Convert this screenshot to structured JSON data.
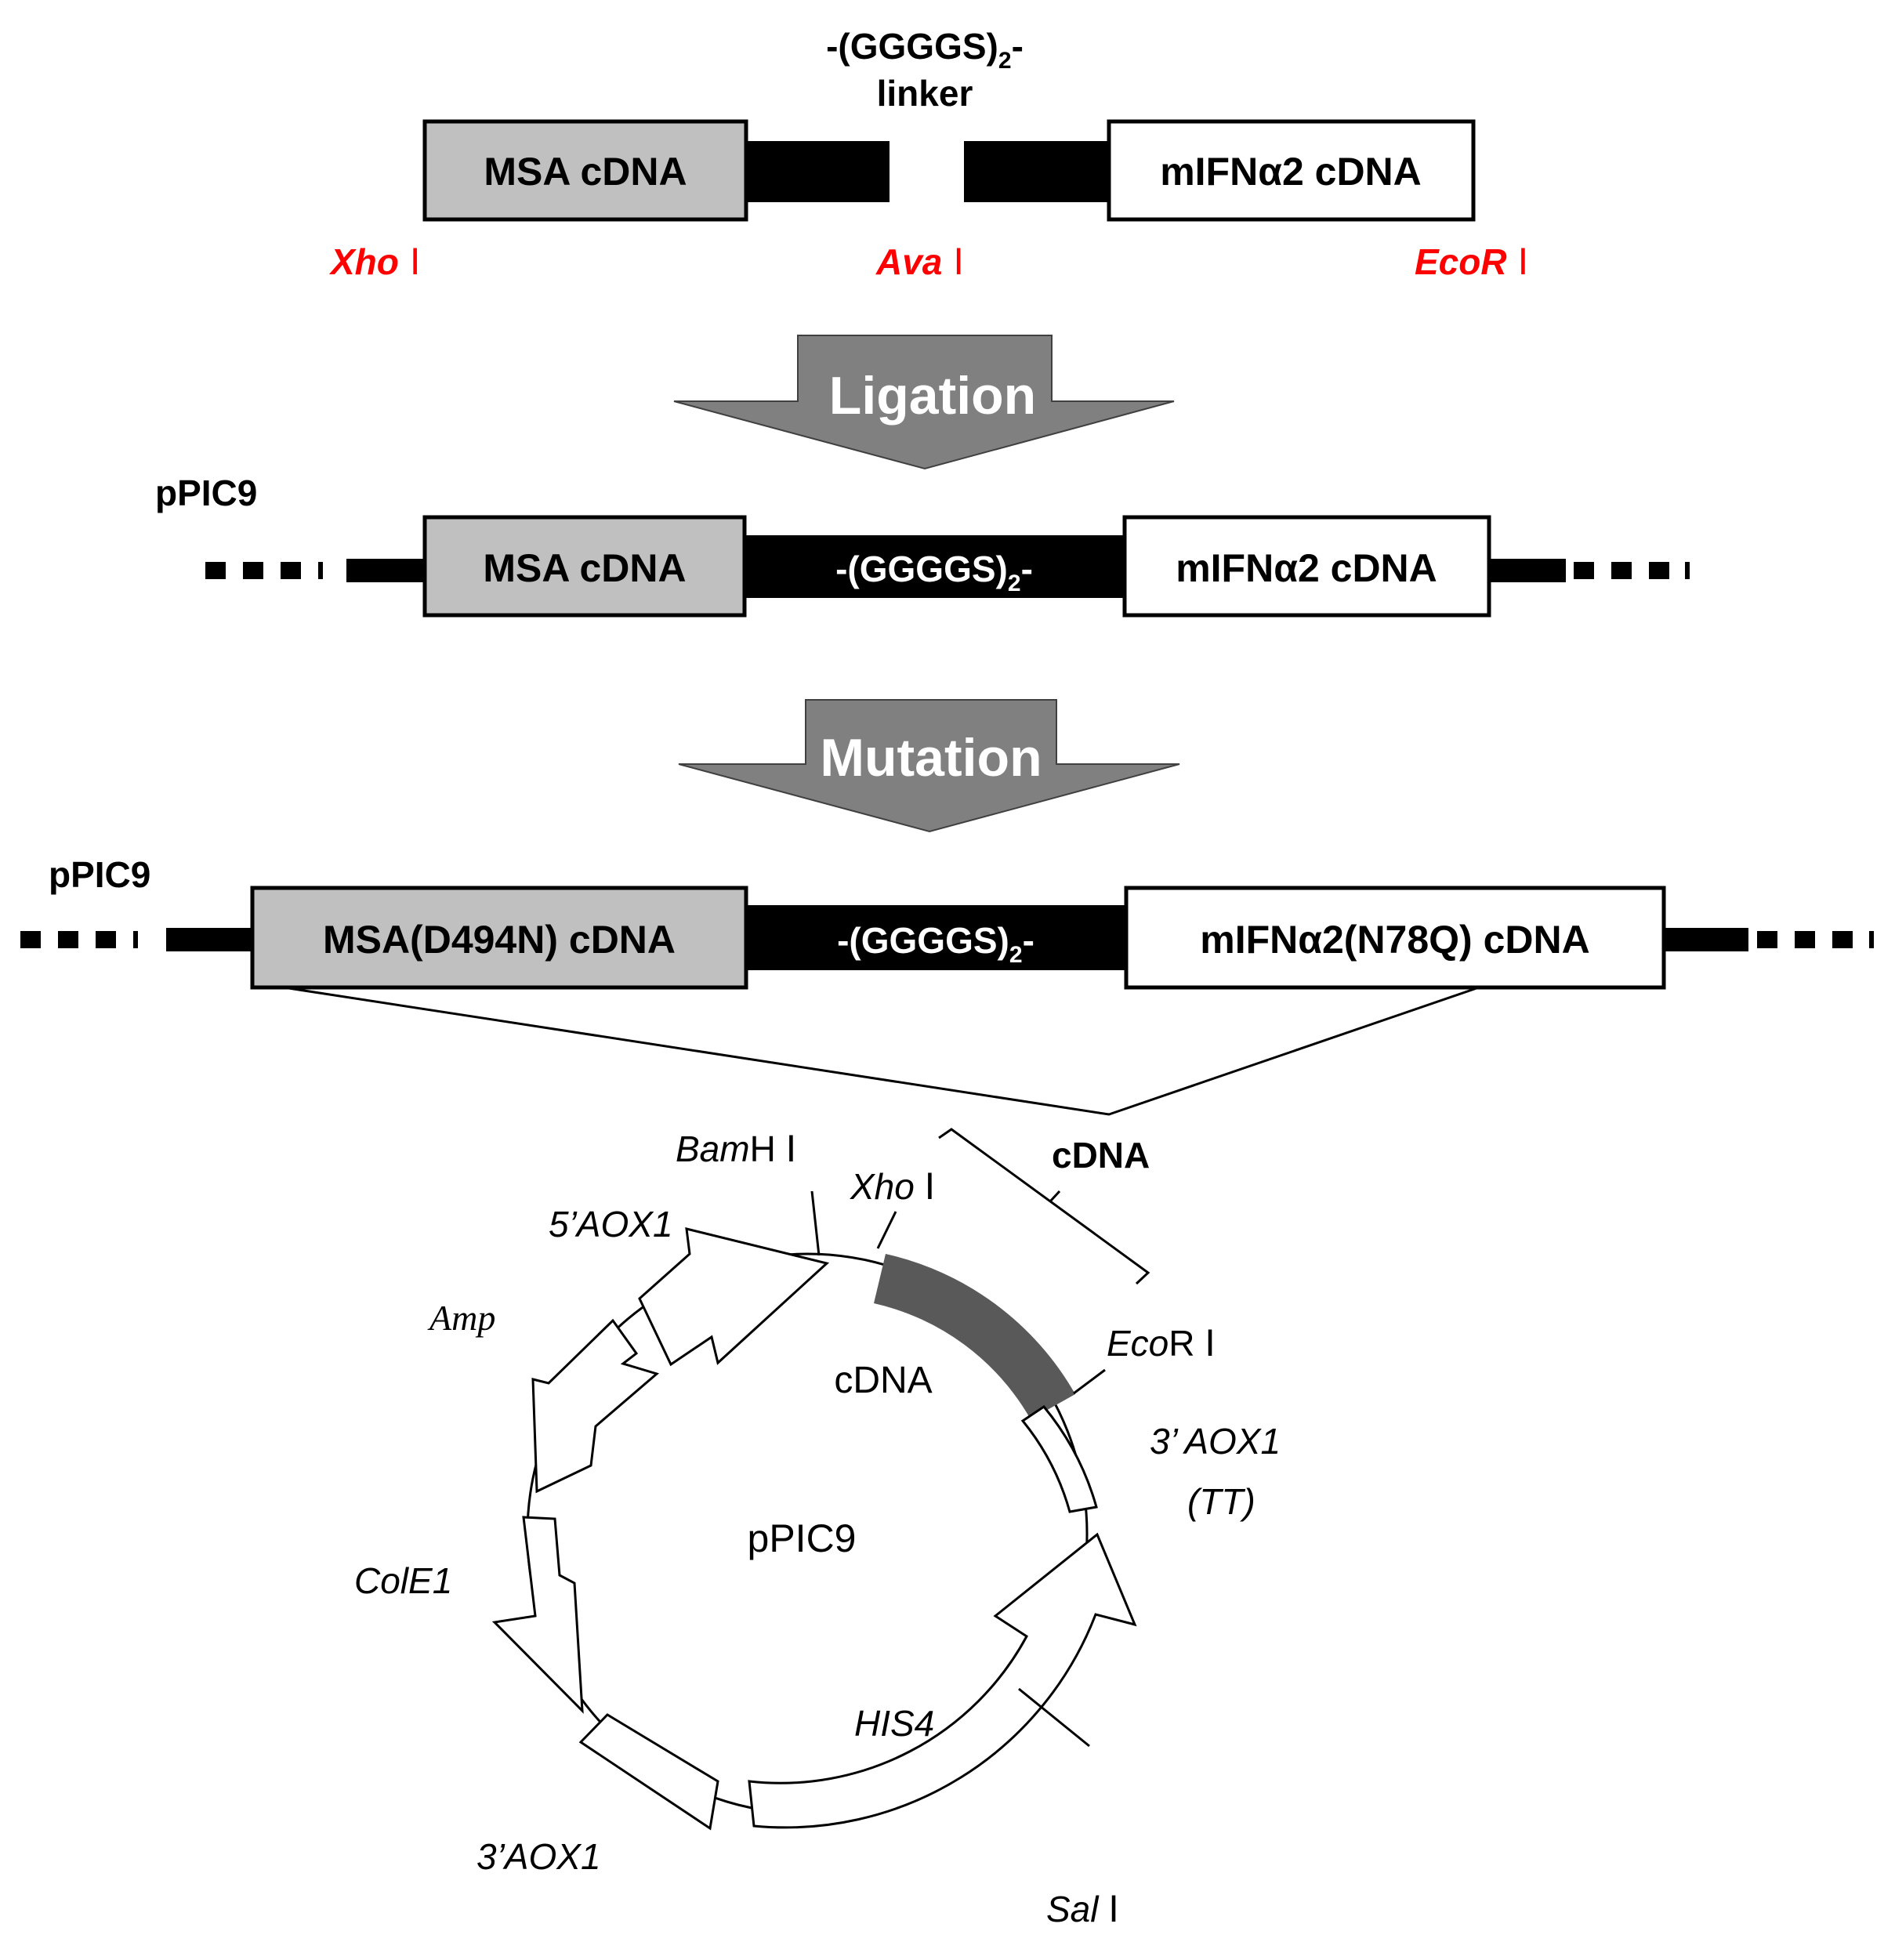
{
  "colors": {
    "msa_box": "#c0c0c0",
    "linker": "#000000",
    "arrow_fill": "#808080",
    "enzyme_text": "#ff0000",
    "cdna_insert": "#595959"
  },
  "stage1": {
    "linker_label_main": "-(GGGGS)",
    "linker_label_sub": "2",
    "linker_label_suffix": "-",
    "linker_label_line2": "linker",
    "msa_label": "MSA cDNA",
    "ifn_label": "mIFNα2 cDNA",
    "sites": [
      {
        "name": "Xho",
        "roman": "Ⅰ"
      },
      {
        "name": "Ava",
        "roman": "Ⅰ"
      },
      {
        "name": "EcoR",
        "roman": "Ⅰ"
      }
    ]
  },
  "arrows": {
    "ligation": "Ligation",
    "mutation": "Mutation"
  },
  "stage2": {
    "vector_label": "pPIC9",
    "msa_label": "MSA cDNA",
    "linker_main": "-(GGGGS)",
    "linker_sub": "2",
    "linker_suffix": "-",
    "ifn_label": "mIFNα2 cDNA"
  },
  "stage3": {
    "vector_label": "pPIC9",
    "msa_label": "MSA(D494N) cDNA",
    "linker_main": "-(GGGGS)",
    "linker_sub": "2",
    "linker_suffix": "-",
    "ifn_label": "mIFNα2(N78Q) cDNA"
  },
  "plasmid": {
    "name": "pPIC9",
    "insert_label": "cDNA",
    "bracket_label": "cDNA",
    "features": {
      "bamh": {
        "italic": "Bam",
        "plain": "H Ⅰ"
      },
      "xho": {
        "italic": "Xho",
        "plain": " Ⅰ"
      },
      "ecor": {
        "italic": "Eco",
        "plain": "R Ⅰ"
      },
      "sal": {
        "italic": "Sal",
        "plain": " Ⅰ"
      },
      "aox5": "5’AOX1",
      "amp": "Amp",
      "cole1": "ColE1",
      "aox3": "3’AOX1",
      "his4": "HIS4",
      "aox3tt_line1": "3’ AOX1",
      "aox3tt_line2": "(TT)"
    }
  }
}
